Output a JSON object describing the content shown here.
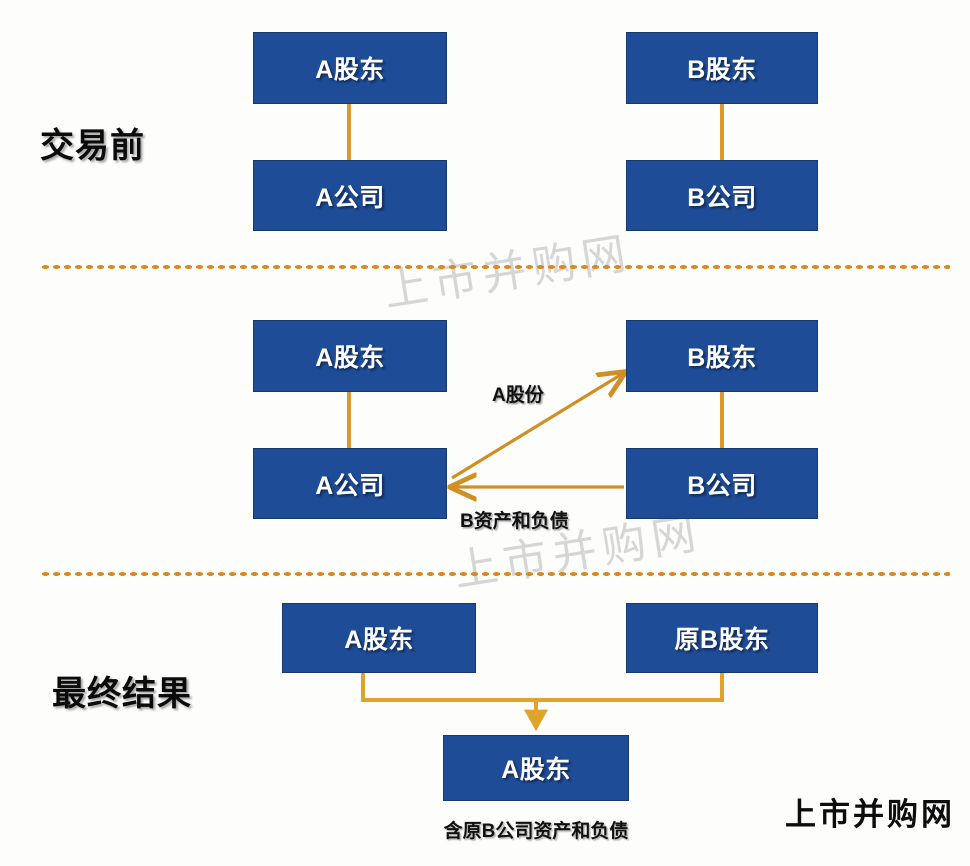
{
  "diagram": {
    "title_visible": false,
    "accent_color": "#d98b22",
    "node_color": "#1f4c96",
    "node_text_color": "#ffffff"
  },
  "sections": [
    {
      "id": "before",
      "label": "交易前",
      "nodes": [
        {
          "id": "a-shareholder-top",
          "label": "A股东"
        },
        {
          "id": "a-company-top",
          "label": "A公司"
        },
        {
          "id": "b-shareholder-top",
          "label": "B股东"
        },
        {
          "id": "b-company-top",
          "label": "B公司"
        }
      ]
    },
    {
      "id": "during",
      "label": "",
      "nodes": [
        {
          "id": "a-shareholder-mid",
          "label": "A股东"
        },
        {
          "id": "a-company-mid",
          "label": "A公司"
        },
        {
          "id": "b-shareholder-mid",
          "label": "B股东"
        },
        {
          "id": "b-company-mid",
          "label": "B公司"
        }
      ],
      "arrows": [
        {
          "id": "a-shares",
          "label": "A股份",
          "from": "a-company-mid",
          "to": "b-shareholder-mid"
        },
        {
          "id": "b-assets-liabilities",
          "label": "B资产和负债",
          "from": "b-company-mid",
          "to": "a-company-mid"
        }
      ]
    },
    {
      "id": "result",
      "label": "最终结果",
      "nodes": [
        {
          "id": "a-shareholder-final",
          "label": "A股东"
        },
        {
          "id": "former-b-shareholder-final",
          "label": "原B股东"
        },
        {
          "id": "a-shareholder-merged",
          "label": "A股东"
        }
      ],
      "caption": "含原B公司资产和负债"
    }
  ],
  "watermarks": {
    "mark_one": "上市并购网",
    "mark_two": "上市并购网",
    "brand": "上市并购网"
  }
}
